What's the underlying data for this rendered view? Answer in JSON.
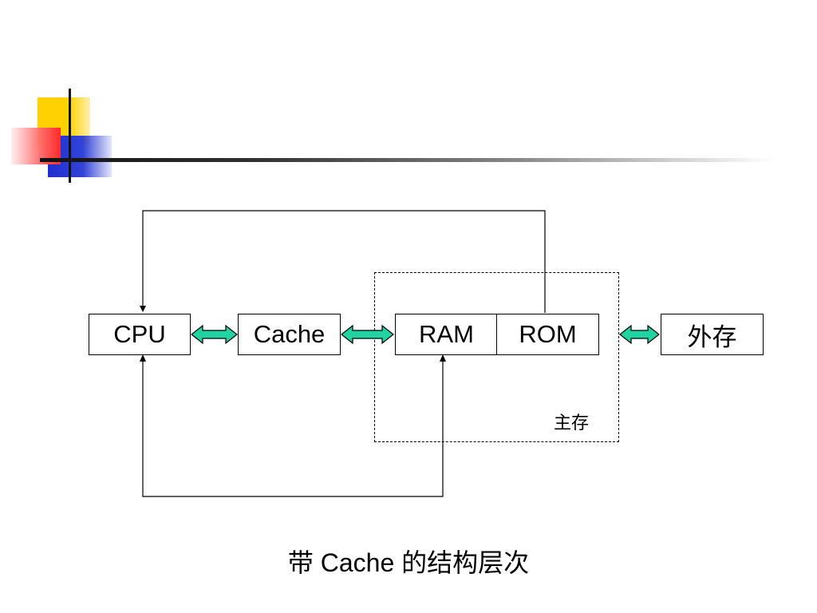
{
  "diagram": {
    "nodes": {
      "cpu": "CPU",
      "cache": "Cache",
      "ram": "RAM",
      "rom": "ROM",
      "external": "外存"
    },
    "group_label": "主存",
    "caption": "带 Cache 的结构层次"
  },
  "colors": {
    "arrow_fill": "#21d3a0",
    "line": "#000000",
    "ornament_yellow": "#ffd200",
    "ornament_blue": "#1f2fd0",
    "ornament_red": "#ff2a2a"
  }
}
